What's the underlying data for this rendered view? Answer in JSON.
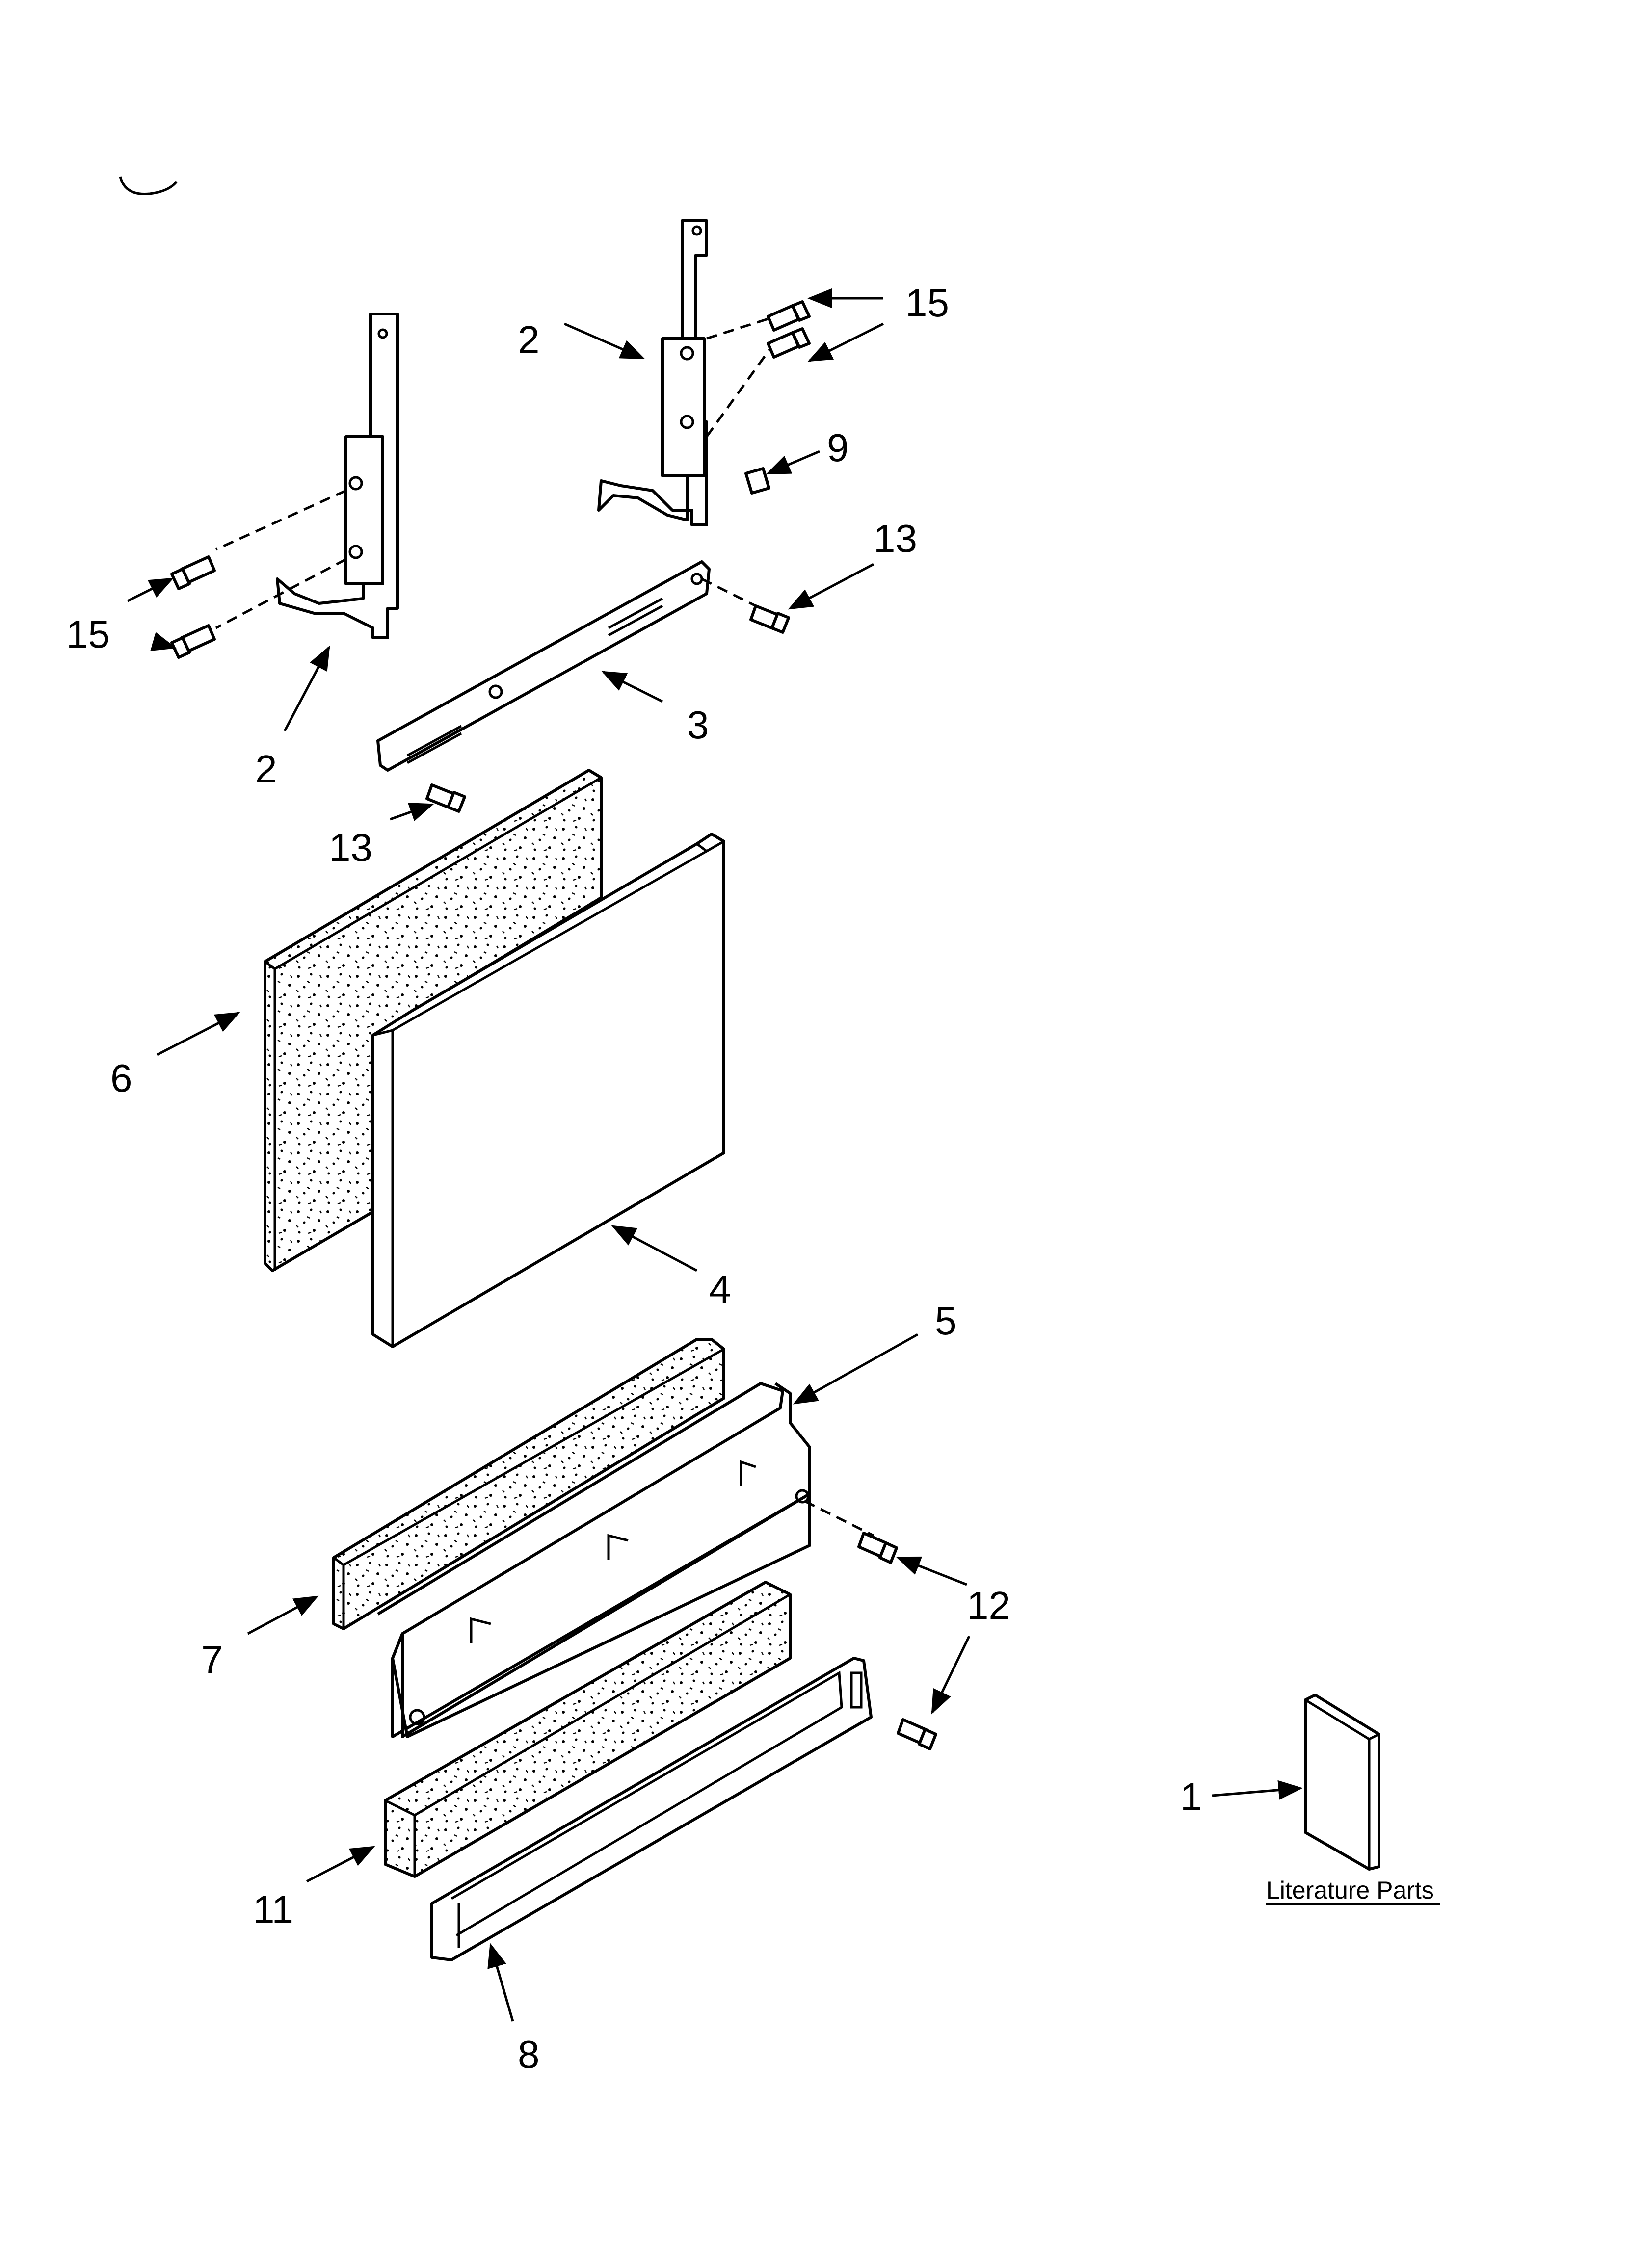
{
  "callouts": {
    "c1": "1",
    "c2_upper": "2",
    "c2_lower": "2",
    "c3": "3",
    "c4": "4",
    "c5": "5",
    "c6": "6",
    "c7": "7",
    "c8": "8",
    "c9": "9",
    "c11": "11",
    "c12": "12",
    "c13_upper": "13",
    "c13_lower": "13",
    "c15_upper": "15",
    "c15_lower": "15"
  },
  "literature_label": "Literature Parts",
  "icons": {
    "fastener": "screw-icon",
    "arrow": "leader-arrow"
  }
}
